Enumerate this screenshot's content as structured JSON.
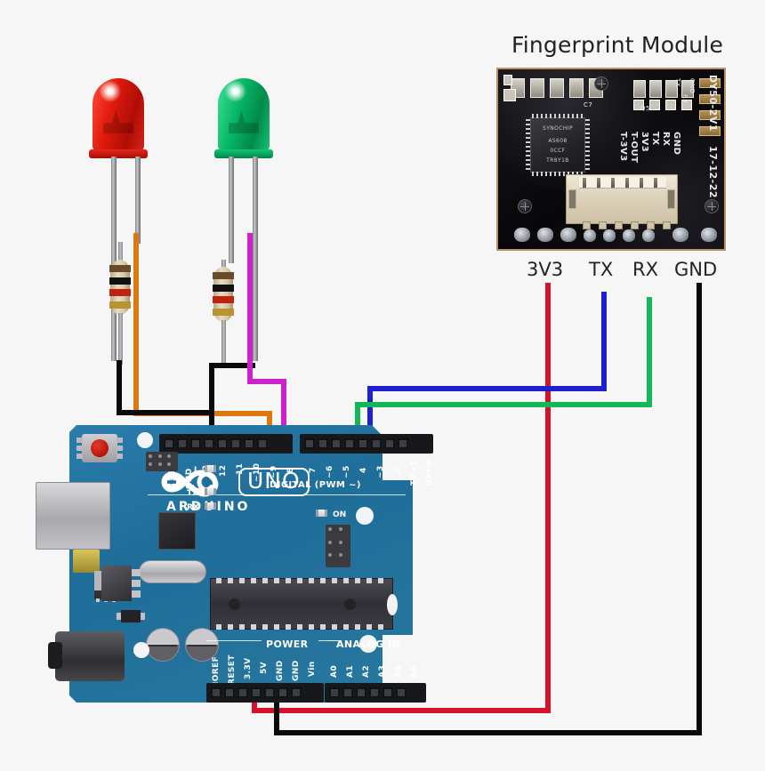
{
  "title": "Fingerprint Module",
  "module": {
    "name": "fingerprint-module",
    "silkscreen": {
      "part_number": "DY50-2V1",
      "date_code": "17-12-22",
      "pin_names": [
        "GND",
        "RX",
        "TX",
        "3V3",
        "T-OUT",
        "T-3V3"
      ],
      "right_pads": [
        "GND",
        "RX",
        "TX",
        "3V3",
        "T-OUT",
        "T-3V3"
      ],
      "chip_brand": "SYNOCHIP",
      "chip_part": "AS608",
      "chip_code1": "0CCF",
      "chip_code2": "TR8Y1B",
      "ref_c7": "C7",
      "ref_c9": "C9",
      "ref_q5": "Q5"
    },
    "pin_labels": [
      {
        "name": "3V3",
        "wire_color": "#d5112c"
      },
      {
        "name": "TX",
        "wire_color": "#1f1fd2"
      },
      {
        "name": "RX",
        "wire_color": "#12b757"
      },
      {
        "name": "GND",
        "wire_color": "#0a0a0a"
      }
    ]
  },
  "board": {
    "brand": "ARDUINO",
    "model": "UNO",
    "power_label": "POWER",
    "analog_label": "ANALOG IN",
    "digital_label": "DIGITAL (PWM ~)",
    "digital_pins": [
      "AREF",
      "GND",
      "13",
      "12",
      "~11",
      "~10",
      "~9",
      "8",
      "7",
      "~6",
      "~5",
      "4",
      "~3",
      "2",
      "TX→1",
      "RX←0"
    ],
    "power_pins": [
      "IOREF",
      "RESET",
      "3.3V",
      "5V",
      "GND",
      "GND",
      "Vin"
    ],
    "analog_pins": [
      "A0",
      "A1",
      "A2",
      "A3",
      "A4",
      "A5"
    ],
    "indicator_leds": [
      "L",
      "TX",
      "RX"
    ],
    "power_led": "ON"
  },
  "components": {
    "led_red": {
      "name": "red-led",
      "color": "#e01a0d"
    },
    "led_green": {
      "name": "green-led",
      "color": "#07b865"
    },
    "resistor_value": "1k",
    "resistor_bands": [
      "#6b4a2a",
      "#111111",
      "#c0220f",
      "#b8932f"
    ]
  },
  "wires": [
    {
      "name": "red-led-anode-wire",
      "color": "#d9790f",
      "from": "red-led-anode",
      "to": "digital-pin-9"
    },
    {
      "name": "red-led-cathode-wire",
      "color": "#0a0a0a",
      "from": "red-led-cathode",
      "to": "digital-gnd"
    },
    {
      "name": "green-led-anode-wire",
      "color": "#cc22cc",
      "from": "green-led-anode",
      "to": "digital-pin-8"
    },
    {
      "name": "green-led-cathode-wire",
      "color": "#0a0a0a",
      "from": "green-led-cathode",
      "to": "digital-gnd"
    },
    {
      "name": "module-tx-wire",
      "color": "#1f1fd2",
      "from": "module-tx",
      "to": "digital-pin-2"
    },
    {
      "name": "module-rx-wire",
      "color": "#12b757",
      "from": "module-rx",
      "to": "digital-pin-3"
    },
    {
      "name": "module-3v3-wire",
      "color": "#d5112c",
      "from": "module-3v3",
      "to": "power-3v3"
    },
    {
      "name": "module-gnd-wire",
      "color": "#0a0a0a",
      "from": "module-gnd",
      "to": "power-gnd"
    }
  ]
}
